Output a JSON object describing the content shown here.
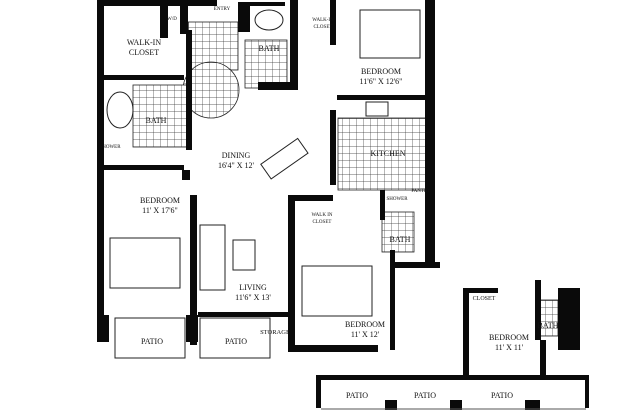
{
  "floorplan": {
    "rooms": {
      "washer_dryer": "W/D",
      "entry": "ENTRY",
      "walk_in_closet_master": [
        "WALK-IN",
        "CLOSET"
      ],
      "bath_hall": "BATH",
      "walk_in_closet_top_right": [
        "WALK-IN",
        "CLOSET"
      ],
      "bedroom_top_right": {
        "name": "BEDROOM",
        "size": "11'6\" X 12'6\""
      },
      "bath_master": "BATH",
      "shower_master": "SHOWER",
      "dining": {
        "name": "DINING",
        "size": "16'4\" X 12'"
      },
      "kitchen": "KITCHEN",
      "pantry": "PANTRY",
      "shower_mid": "SHOWER",
      "bedroom_left": {
        "name": "BEDROOM",
        "size": "11' X 17'6\""
      },
      "living": {
        "name": "LIVING",
        "size": "11'6\" X 13'"
      },
      "walk_in_closet_mid": [
        "WALK IN",
        "CLOSET"
      ],
      "bath_mid": "BATH",
      "bedroom_mid": {
        "name": "BEDROOM",
        "size": "11' X 12'"
      },
      "storage": "STORAGE",
      "patios_upper": [
        "PATIO",
        "PATIO"
      ],
      "closet_lower": "CLOSET",
      "bath_lower": "BATH",
      "bedroom_lower": {
        "name": "BEDROOM",
        "size": "11' X 11'"
      },
      "patios_lower": [
        "PATIO",
        "PATIO",
        "PATIO"
      ]
    }
  }
}
